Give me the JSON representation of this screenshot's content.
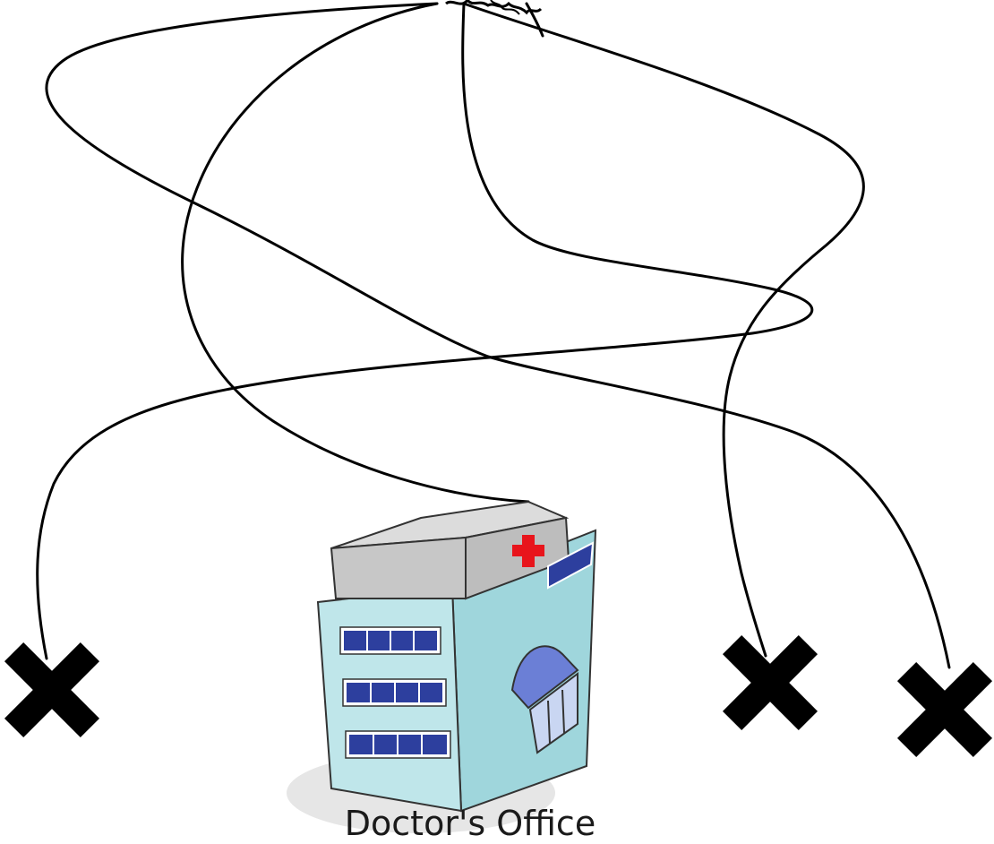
{
  "office": {
    "label": "Doctor's Office",
    "cross_color": "#e8141b",
    "building_color": "#bfe6ea",
    "roof_color": "#c7c7c7",
    "window_color": "#2d3f9e",
    "label_color": "#1a1a1a"
  },
  "routes": {
    "count": 5,
    "stroke_color": "#000000"
  },
  "markers": {
    "icon": "x-mark-icon",
    "count": 3,
    "color": "#000000"
  }
}
